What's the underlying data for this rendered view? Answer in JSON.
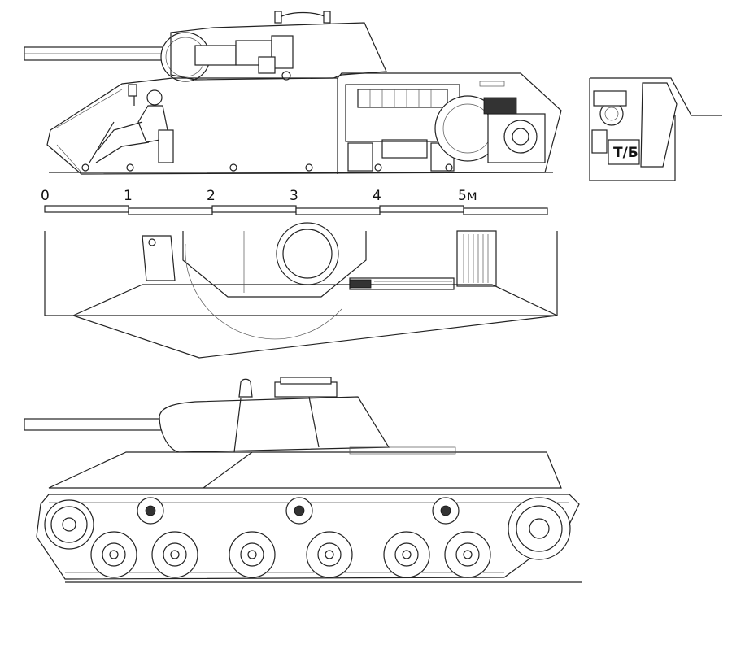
{
  "scale": {
    "labels": [
      "0",
      "1",
      "2",
      "3",
      "4",
      "5м"
    ]
  },
  "inset": {
    "label": "Т/Б"
  }
}
